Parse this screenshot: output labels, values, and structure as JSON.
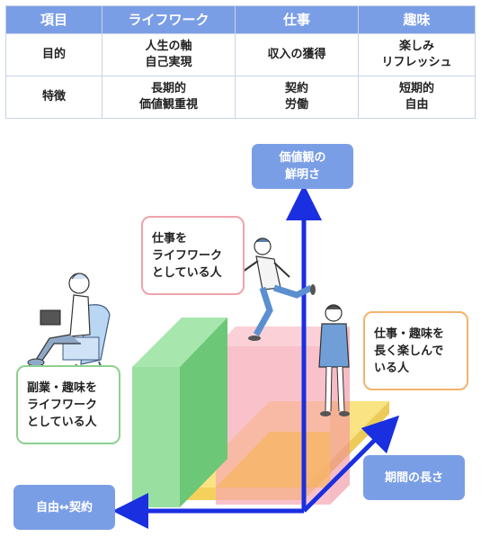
{
  "table": {
    "headers": [
      "項目",
      "ライフワーク",
      "仕事",
      "趣味"
    ],
    "rows": [
      {
        "label": "目的",
        "cells": [
          [
            "人生の軸",
            "自己実現"
          ],
          [
            "収入の獲得"
          ],
          [
            "楽しみ",
            "リフレッシュ"
          ]
        ]
      },
      {
        "label": "特徴",
        "cells": [
          [
            "長期的",
            "価値観重視"
          ],
          [
            "契約",
            "労働"
          ],
          [
            "短期的",
            "自由"
          ]
        ]
      }
    ]
  },
  "diagram": {
    "axis_vertical": [
      "価値観の",
      "鮮明さ"
    ],
    "axis_depth": "期間の長さ",
    "axis_horizontal": "自由↔契約",
    "bubbles": {
      "work_lifework": [
        "仕事を",
        "ライフワーク",
        "としている人"
      ],
      "work_hobby_long": [
        "仕事・趣味を",
        "長く楽しんで",
        "いる人"
      ],
      "side_hobby_lifework": [
        "副業・趣味を",
        "ライフワーク",
        "としている人"
      ]
    },
    "colors": {
      "table_header": "#7a9ee6",
      "axis": "#1a2fe0",
      "green_block": "#86d98f",
      "pink_block": "#f7a8b4",
      "yellow_plane": "#f8d95a",
      "bubble_pink": "#f0a3ac",
      "bubble_orange": "#f3b36b",
      "bubble_green": "#8fd08f"
    }
  }
}
